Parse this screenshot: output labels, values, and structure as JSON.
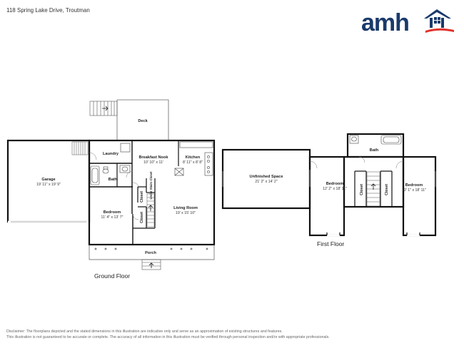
{
  "header": {
    "address": "118 Spring Lake Drive, Troutman"
  },
  "logo": {
    "text": "amh",
    "brand_color": "#1a3a6b",
    "accent_color": "#e0322b"
  },
  "ground_floor": {
    "label": "Ground Floor",
    "rooms": {
      "deck": {
        "name": "Deck"
      },
      "garage": {
        "name": "Garage",
        "dims": "19' 11\" x 19' 9\""
      },
      "laundry": {
        "name": "Laundry"
      },
      "breakfast_nook": {
        "name": "Breakfast Nook",
        "dims": "10' 10\" x 11'"
      },
      "kitchen": {
        "name": "Kitchen",
        "dims": "8' 11\" x 8' 8\""
      },
      "bath": {
        "name": "Bath"
      },
      "closet_a": {
        "name": "Closet"
      },
      "under_stairs_closet": {
        "name": "Under Stairs Closet"
      },
      "closet_b": {
        "name": "Closet"
      },
      "bedroom": {
        "name": "Bedroom",
        "dims": "11' 4\" x 13' 7\""
      },
      "living_room": {
        "name": "Living Room",
        "dims": "19' x 15' 10\""
      },
      "porch": {
        "name": "Porch"
      }
    }
  },
  "first_floor": {
    "label": "First Floor",
    "rooms": {
      "unfinished": {
        "name": "Unfinished Space",
        "dims": "21' 2\" x 14' 2\""
      },
      "bedroom_left": {
        "name": "Bedroom",
        "dims": "12' 2\" x 18' 11\""
      },
      "bath": {
        "name": "Bath"
      },
      "closet_left": {
        "name": "Closet"
      },
      "closet_right": {
        "name": "Closet"
      },
      "bedroom_right": {
        "name": "Bedroom",
        "dims": "12' 1\" x 18' 11\""
      }
    }
  },
  "disclaimer": {
    "line1": "Disclaimer: The floorplans depicted and the stated dimensions in this illustration are indicative only and serve as an approximation of existing structures and features.",
    "line2": "This illustration is not guaranteed to be accurate or complete. The accuracy of all information in this illustration must be verified through personal inspection and/or with appropriate professionals."
  }
}
